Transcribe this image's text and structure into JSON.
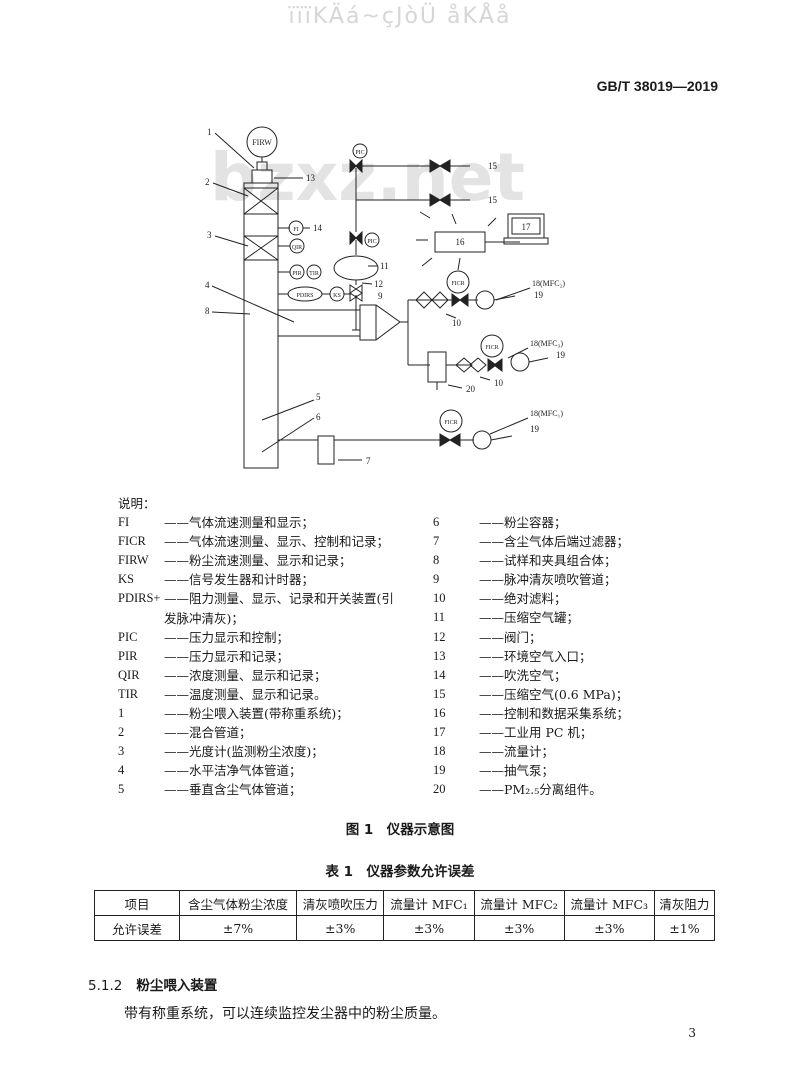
{
  "header": {
    "watermark": "ïïïKÄá~çJòÜ åKÅå",
    "standard_no": "GB/T 38019—2019",
    "site_watermark": "bzxz.net"
  },
  "diagram": {
    "instrument_tags": {
      "firw": "FIRW",
      "pic_top": "PIC",
      "pic_mid": "PIC",
      "fi": "FI",
      "qir": "QIR",
      "pir": "PIR",
      "tir": "TIR",
      "pdirs": "PDIRS",
      "ks": "KS",
      "ficr1": "FICR",
      "ficr2": "FICR",
      "ficr3": "FICR"
    },
    "numbers": {
      "n1": "1",
      "n2": "2",
      "n3": "3",
      "n4": "4",
      "n5": "5",
      "n6": "6",
      "n7": "7",
      "n8": "8",
      "n9": "9",
      "n10a": "10",
      "n10b": "10",
      "n11": "11",
      "n12": "12",
      "n13": "13",
      "n14": "14",
      "n15a": "15",
      "n15b": "15",
      "n16": "16",
      "n17": "17",
      "n18a": "18(MFC₂)",
      "n18b": "18(MFC₃)",
      "n18c": "18(MFC₁)",
      "n19a": "19",
      "n19b": "19",
      "n19c": "19",
      "n20": "20"
    }
  },
  "legend": {
    "title": "说明：",
    "left": [
      {
        "code": "FI",
        "desc": "——气体流速测量和显示；"
      },
      {
        "code": "FICR",
        "desc": "——气体流速测量、显示、控制和记录；"
      },
      {
        "code": "FIRW",
        "desc": "——粉尘流速测量、显示和记录；"
      },
      {
        "code": "KS",
        "desc": "——信号发生器和计时器；"
      },
      {
        "code": "PDIRS+",
        "desc": "——阻力测量、显示、记录和开关装置(引发脉冲清灰)；"
      },
      {
        "code": "PIC",
        "desc": "——压力显示和控制；"
      },
      {
        "code": "PIR",
        "desc": "——压力显示和记录；"
      },
      {
        "code": "QIR",
        "desc": "——浓度测量、显示和记录；"
      },
      {
        "code": "TIR",
        "desc": "——温度测量、显示和记录。"
      },
      {
        "code": "1",
        "desc": "——粉尘喂入装置(带称重系统)；"
      },
      {
        "code": "2",
        "desc": "——混合管道；"
      },
      {
        "code": "3",
        "desc": "——光度计(监测粉尘浓度)；"
      },
      {
        "code": "4",
        "desc": "——水平洁净气体管道；"
      },
      {
        "code": "5",
        "desc": "——垂直含尘气体管道；"
      }
    ],
    "right": [
      {
        "code": "6",
        "desc": "——粉尘容器；"
      },
      {
        "code": "7",
        "desc": "——含尘气体后端过滤器；"
      },
      {
        "code": "8",
        "desc": "——试样和夹具组合体；"
      },
      {
        "code": "9",
        "desc": "——脉冲清灰喷吹管道；"
      },
      {
        "code": "10",
        "desc": "——绝对滤料；"
      },
      {
        "code": "11",
        "desc": "——压缩空气罐；"
      },
      {
        "code": "12",
        "desc": "——阀门；"
      },
      {
        "code": "13",
        "desc": "——环境空气入口；"
      },
      {
        "code": "14",
        "desc": "——吹洗空气；"
      },
      {
        "code": "15",
        "desc": "——压缩空气(0.6 MPa)；"
      },
      {
        "code": "16",
        "desc": "——控制和数据采集系统；"
      },
      {
        "code": "17",
        "desc": "——工业用 PC 机；"
      },
      {
        "code": "18",
        "desc": "——流量计；"
      },
      {
        "code": "19",
        "desc": "——抽气泵；"
      },
      {
        "code": "20",
        "desc": "——PM₂.₅分离组件。"
      }
    ]
  },
  "figure_caption": "图 1　仪器示意图",
  "table_caption": "表 1　仪器参数允许误差",
  "table": {
    "header": [
      "项目",
      "含尘气体粉尘浓度",
      "清灰喷吹压力",
      "流量计 MFC₁",
      "流量计 MFC₂",
      "流量计 MFC₃",
      "清灰阻力"
    ],
    "row": [
      "允许误差",
      "±7%",
      "±3%",
      "±3%",
      "±3%",
      "±3%",
      "±1%"
    ]
  },
  "section": {
    "number": "5.1.2",
    "title": "粉尘喂入装置",
    "body": "带有称重系统，可以连续监控发尘器中的粉尘质量。"
  },
  "page_number": "3"
}
